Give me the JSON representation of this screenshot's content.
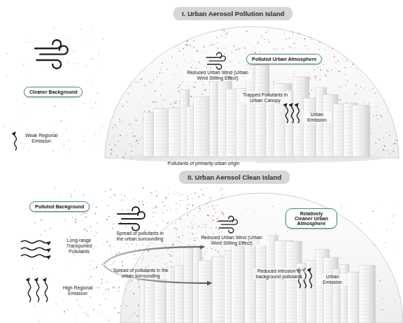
{
  "diagram": {
    "nodes": [
      {
        "text": [
          "I. Urban Aerosol Pollution Island"
        ]
      },
      {
        "text": [
          "Cleaner Background"
        ]
      },
      {
        "text": [
          "Polluted Urban Atmosphere"
        ]
      },
      {
        "text": [
          "II. Urban Aerosol Clean Island"
        ]
      },
      {
        "text": [
          "Polluted Background"
        ]
      },
      {
        "text": [
          "Relatively Cleaner Urban Atmosphere"
        ]
      }
    ],
    "edges": [],
    "labels": [
      "Reduced Urban Wind (Urban Wind Stilling Effect)",
      "Weak Regional Emission",
      "Trapped Pollutants in Urban Canopy",
      "Urban Emission",
      "Pollutants of primarily urban origin",
      "Long-range Transported Pollutants",
      "Spread of pollutants in the urban surrounding",
      "Reduced Urban Wind (Urban Wind Stilling Effect)",
      "Spread of pollutants in the urban surrounding",
      "High Regional Emission",
      "Reduced intrusion of background pollutants",
      "Urban Emission"
    ]
  }
}
